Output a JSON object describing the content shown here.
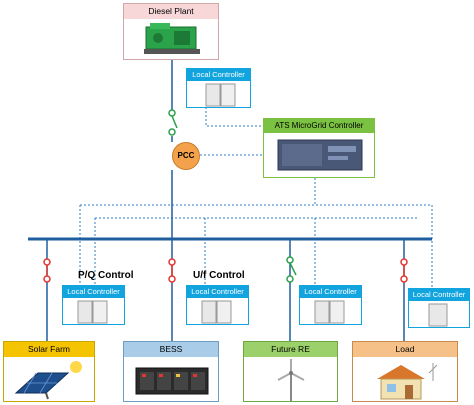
{
  "diesel_plant": {
    "label": "Diesel Plant"
  },
  "local_controller_label": "Local Controller",
  "ats_controller": {
    "label": "ATS MicroGrid Controller"
  },
  "pcc": {
    "label": "PCC"
  },
  "control_labels": {
    "pq": "P/Q Control",
    "uf": "U/f Control"
  },
  "sources": {
    "solar": {
      "label": "Solar Farm"
    },
    "bess": {
      "label": "BESS"
    },
    "future": {
      "label": "Future RE"
    },
    "load": {
      "label": "Load"
    }
  },
  "colors": {
    "bus": "#1f5f9f",
    "dotted_link": "#2e7bc4",
    "breaker_red": "#e3342f",
    "breaker_green": "#2aa04a",
    "controller_header": "#12a4df",
    "diesel_header": "#f8d7d9",
    "ats_header": "#7cc242",
    "solar_header": "#f5c400",
    "bess_header": "#a9cde9",
    "future_header": "#9bd06a",
    "load_header": "#f6c089"
  }
}
